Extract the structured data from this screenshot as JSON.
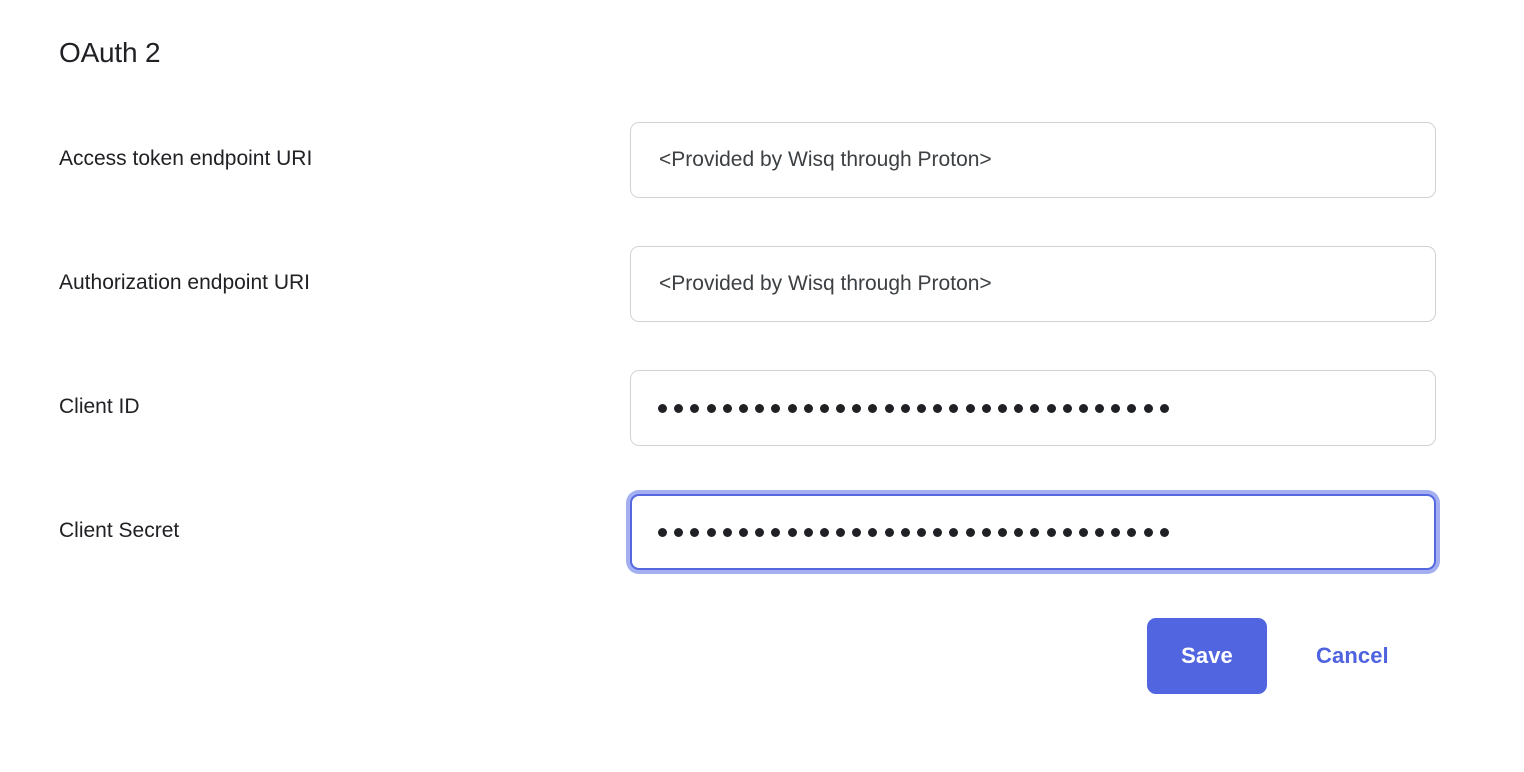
{
  "section": {
    "title": "OAuth 2"
  },
  "fields": [
    {
      "id": "access-token-endpoint-uri",
      "label": "Access token endpoint URI",
      "type": "text",
      "value": "",
      "placeholder": "<Provided by Wisq through Proton>",
      "focused": false
    },
    {
      "id": "authorization-endpoint-uri",
      "label": "Authorization endpoint URI",
      "type": "text",
      "value": "",
      "placeholder": "<Provided by Wisq through Proton>",
      "focused": false
    },
    {
      "id": "client-id",
      "label": "Client ID",
      "type": "password",
      "masked_char_count": 32,
      "value": "",
      "placeholder": "",
      "focused": false
    },
    {
      "id": "client-secret",
      "label": "Client Secret",
      "type": "password",
      "masked_char_count": 32,
      "value": "",
      "placeholder": "",
      "focused": true
    }
  ],
  "actions": {
    "save_label": "Save",
    "cancel_label": "Cancel"
  },
  "colors": {
    "accent": "#5165e0",
    "accent_link": "#4f63e0",
    "focus_ring": "#a3aff0",
    "focus_border": "#5568e0",
    "input_border": "#d2d2d4",
    "text_primary": "#202124",
    "text_input": "#3c4043",
    "background": "#ffffff"
  }
}
